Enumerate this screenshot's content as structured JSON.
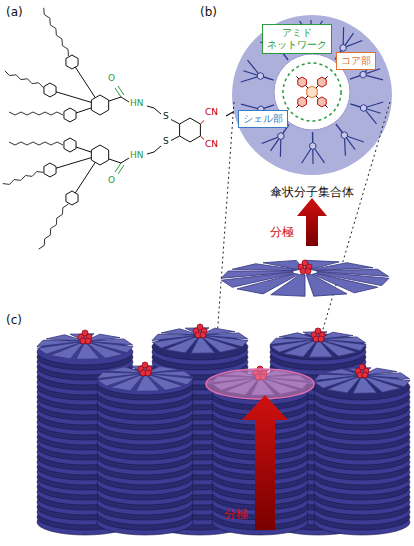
{
  "diagram": {
    "nodes": [
      {
        "text": [
          "アミド ネットワーク"
        ]
      },
      {
        "text": [
          "コア部"
        ]
      },
      {
        "text": [
          "シェル部"
        ]
      }
    ],
    "labels": [
      "(a)",
      "(b)",
      "(c)",
      "O",
      "HN",
      "S",
      "CN",
      "S",
      "CN",
      "HN",
      "O",
      "傘状分子集合体",
      "分極",
      "分極"
    ]
  }
}
